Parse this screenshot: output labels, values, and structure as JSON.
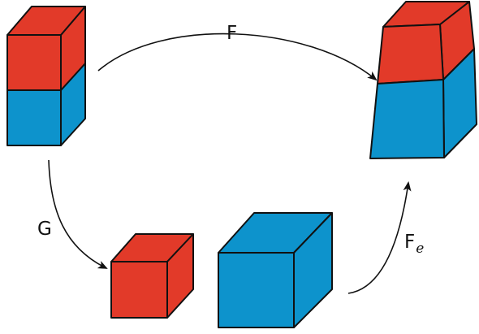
{
  "labels": {
    "F": "F",
    "G": "G",
    "Fe_main": "F",
    "Fe_sub": "e"
  },
  "colors": {
    "red": "#e23a29",
    "blue": "#0d93cc",
    "stroke": "#111111",
    "background": "#ffffff"
  }
}
